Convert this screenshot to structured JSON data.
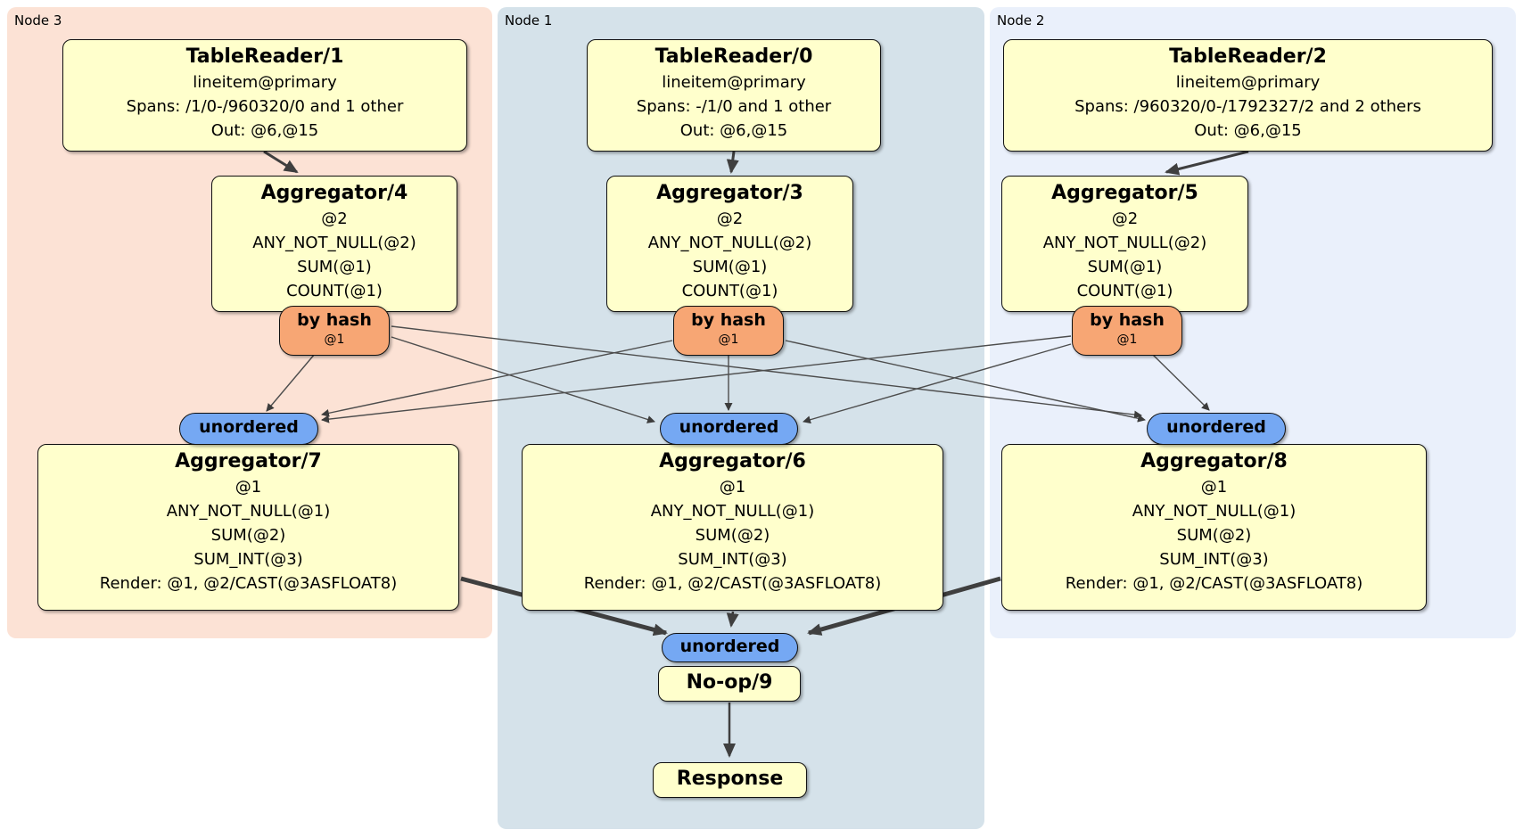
{
  "regions": [
    {
      "label": "Node 3"
    },
    {
      "label": "Node 1"
    },
    {
      "label": "Node 2"
    }
  ],
  "processors": {
    "tr1": {
      "title": "TableReader/1",
      "lines": [
        "lineitem@primary",
        "Spans: /1/0-/960320/0 and 1 other",
        "Out: @6,@15"
      ]
    },
    "tr0": {
      "title": "TableReader/0",
      "lines": [
        "lineitem@primary",
        "Spans: -/1/0 and 1 other",
        "Out: @6,@15"
      ]
    },
    "tr2": {
      "title": "TableReader/2",
      "lines": [
        "lineitem@primary",
        "Spans: /960320/0-/1792327/2 and 2 others",
        "Out: @6,@15"
      ]
    },
    "agg4": {
      "title": "Aggregator/4",
      "lines": [
        "@2",
        "ANY_NOT_NULL(@2)",
        "SUM(@1)",
        "COUNT(@1)"
      ]
    },
    "agg3": {
      "title": "Aggregator/3",
      "lines": [
        "@2",
        "ANY_NOT_NULL(@2)",
        "SUM(@1)",
        "COUNT(@1)"
      ]
    },
    "agg5": {
      "title": "Aggregator/5",
      "lines": [
        "@2",
        "ANY_NOT_NULL(@2)",
        "SUM(@1)",
        "COUNT(@1)"
      ]
    },
    "agg7": {
      "title": "Aggregator/7",
      "lines": [
        "@1",
        "ANY_NOT_NULL(@1)",
        "SUM(@2)",
        "SUM_INT(@3)",
        "Render: @1, @2/CAST(@3ASFLOAT8)"
      ]
    },
    "agg6": {
      "title": "Aggregator/6",
      "lines": [
        "@1",
        "ANY_NOT_NULL(@1)",
        "SUM(@2)",
        "SUM_INT(@3)",
        "Render: @1, @2/CAST(@3ASFLOAT8)"
      ]
    },
    "agg8": {
      "title": "Aggregator/8",
      "lines": [
        "@1",
        "ANY_NOT_NULL(@1)",
        "SUM(@2)",
        "SUM_INT(@3)",
        "Render: @1, @2/CAST(@3ASFLOAT8)"
      ]
    },
    "noop": {
      "title": "No-op/9"
    },
    "response": {
      "title": "Response"
    }
  },
  "routers": [
    {
      "label": "by hash",
      "key": "@1"
    },
    {
      "label": "by hash",
      "key": "@1"
    },
    {
      "label": "by hash",
      "key": "@1"
    }
  ],
  "syncs": [
    {
      "label": "unordered"
    },
    {
      "label": "unordered"
    },
    {
      "label": "unordered"
    },
    {
      "label": "unordered"
    }
  ],
  "edges": [
    {
      "from": "TableReader/1",
      "to": "Aggregator/4"
    },
    {
      "from": "TableReader/0",
      "to": "Aggregator/3"
    },
    {
      "from": "TableReader/2",
      "to": "Aggregator/5"
    },
    {
      "from": "Aggregator/4 by hash",
      "to": "unordered/Aggregator/7"
    },
    {
      "from": "Aggregator/4 by hash",
      "to": "unordered/Aggregator/6"
    },
    {
      "from": "Aggregator/4 by hash",
      "to": "unordered/Aggregator/8"
    },
    {
      "from": "Aggregator/3 by hash",
      "to": "unordered/Aggregator/7"
    },
    {
      "from": "Aggregator/3 by hash",
      "to": "unordered/Aggregator/6"
    },
    {
      "from": "Aggregator/3 by hash",
      "to": "unordered/Aggregator/8"
    },
    {
      "from": "Aggregator/5 by hash",
      "to": "unordered/Aggregator/7"
    },
    {
      "from": "Aggregator/5 by hash",
      "to": "unordered/Aggregator/6"
    },
    {
      "from": "Aggregator/5 by hash",
      "to": "unordered/Aggregator/8"
    },
    {
      "from": "Aggregator/7",
      "to": "unordered/No-op/9"
    },
    {
      "from": "Aggregator/6",
      "to": "unordered/No-op/9"
    },
    {
      "from": "Aggregator/8",
      "to": "unordered/No-op/9"
    },
    {
      "from": "No-op/9",
      "to": "Response"
    }
  ],
  "colors": {
    "region-node3": "#fce2d5",
    "region-node1": "#d5e2ea",
    "region-node2": "#eaf0fb",
    "box-fill": "#ffffcc",
    "hash-fill": "#f7a674",
    "sync-fill": "#75a8f3",
    "edge": "#4d4d4d"
  }
}
